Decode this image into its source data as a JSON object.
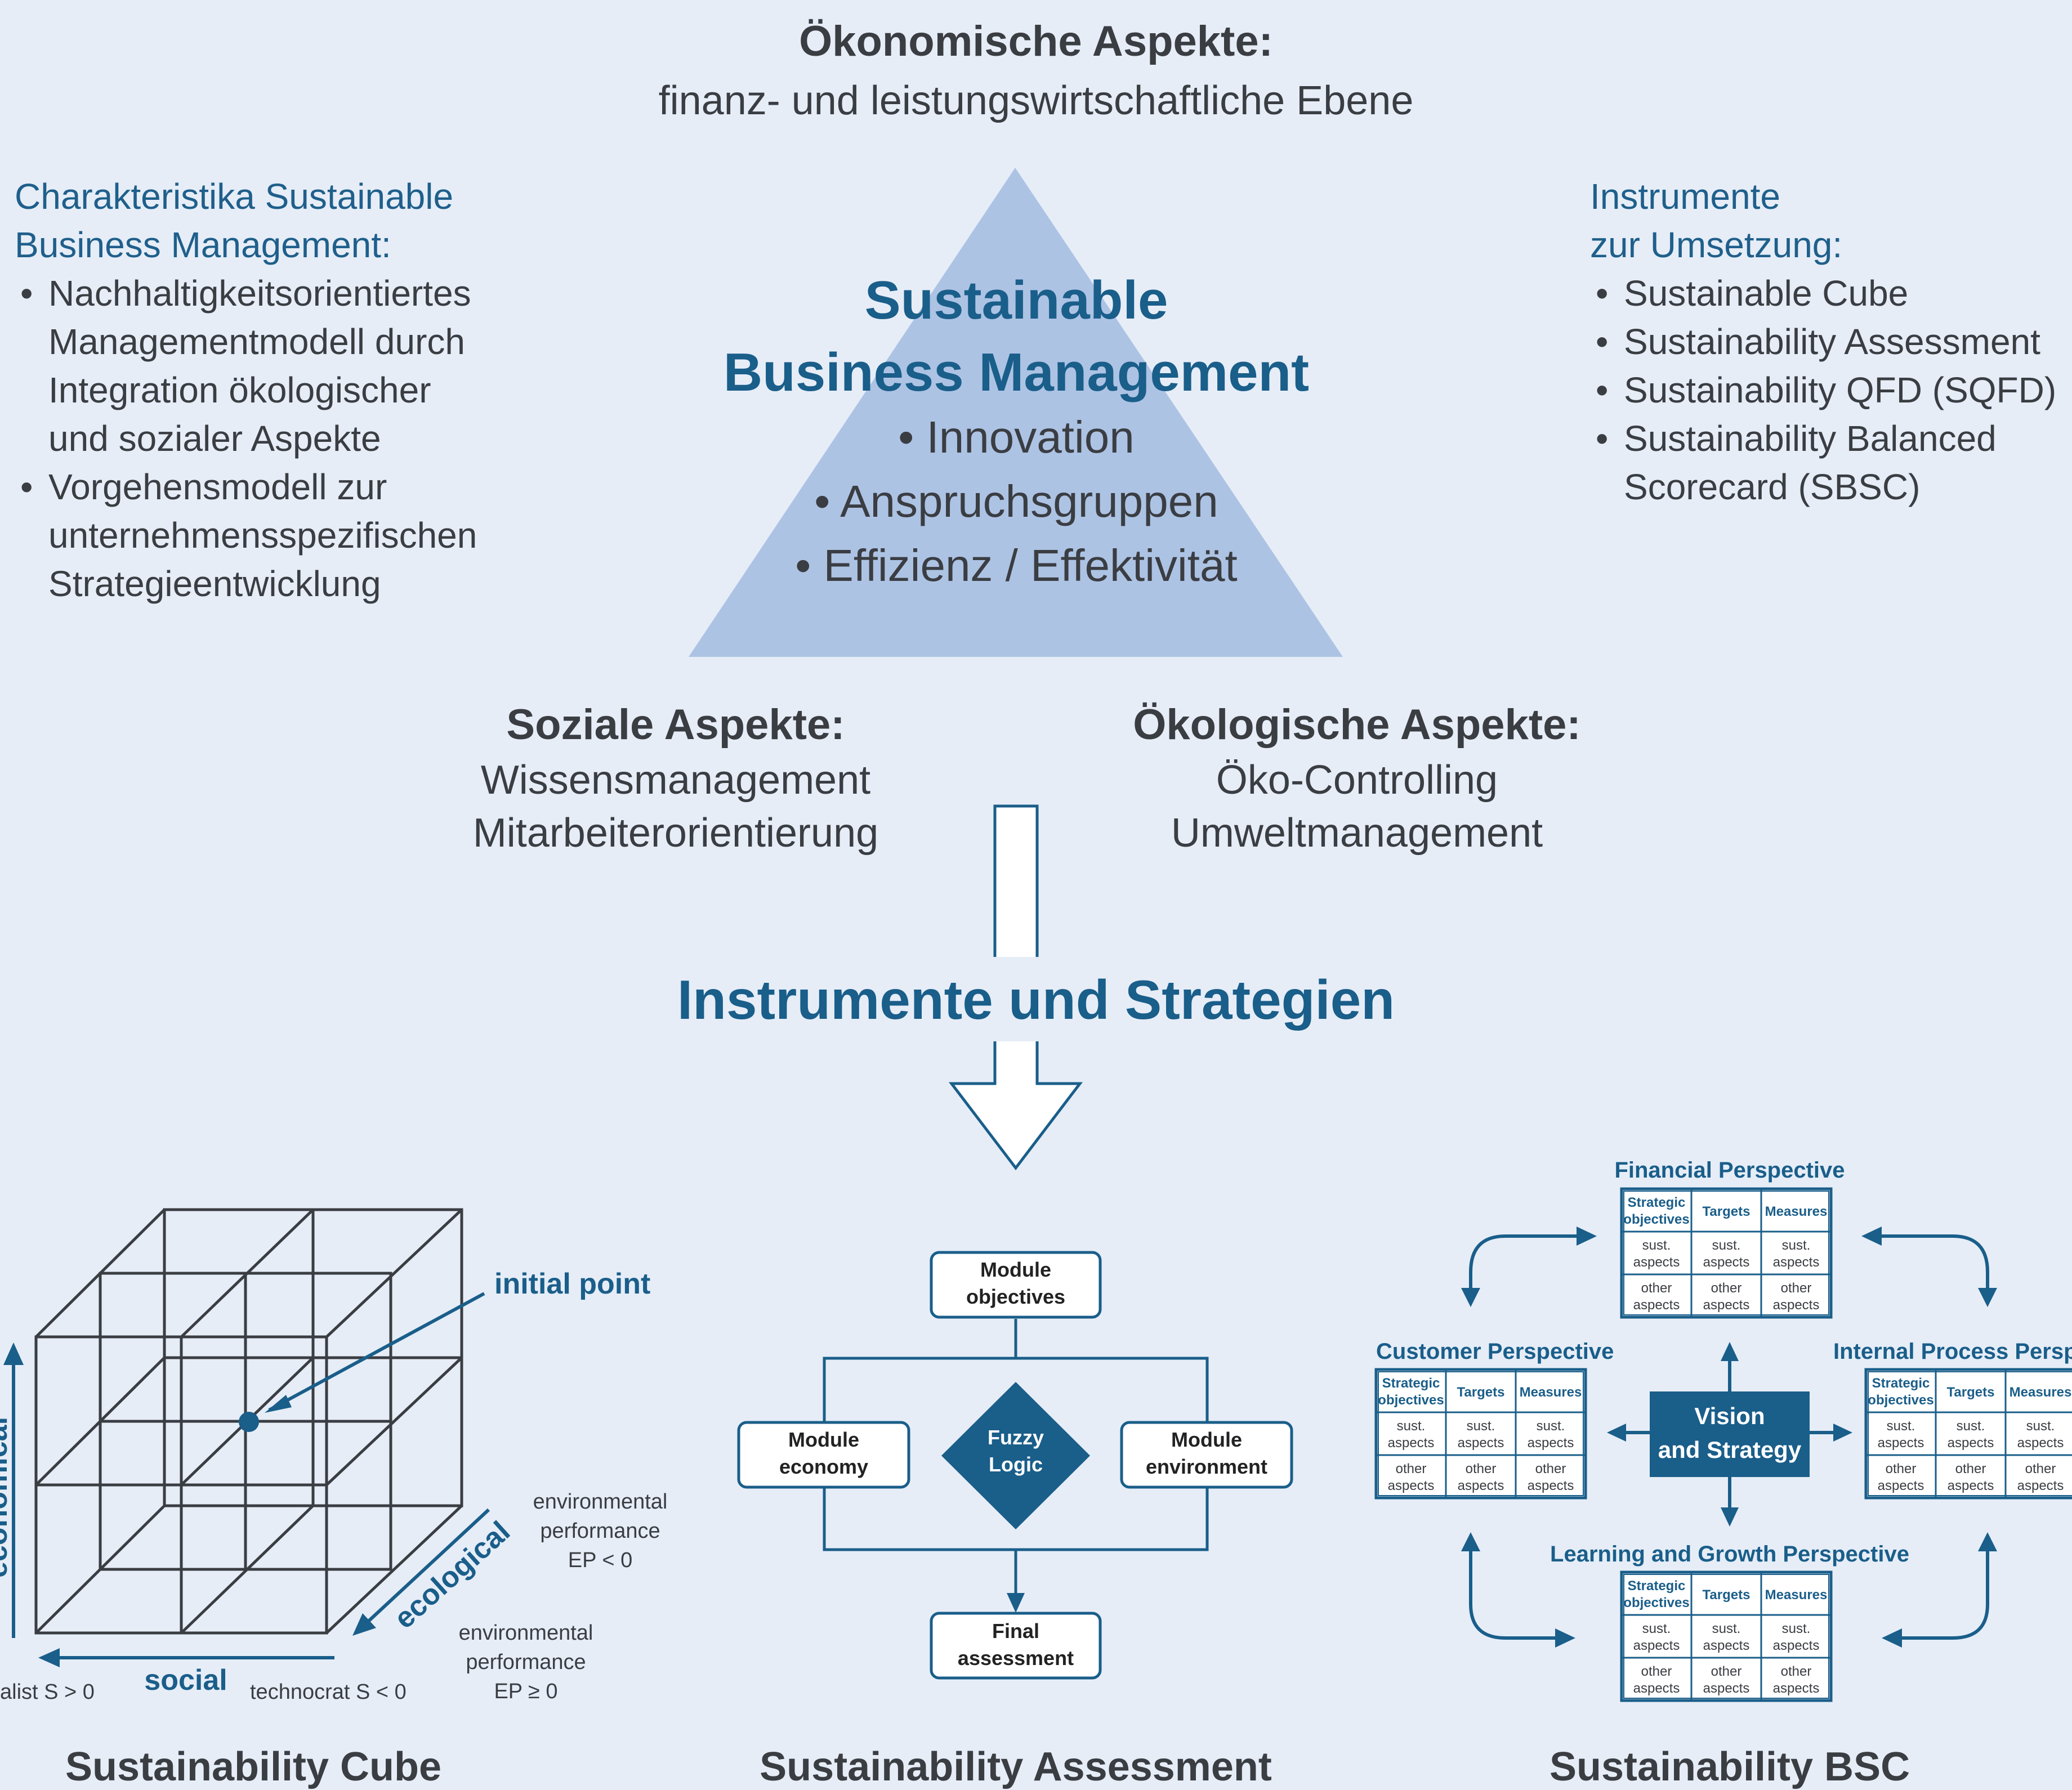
{
  "economic": {
    "title": "Ökonomische Aspekte:",
    "subtitle": "finanz- und leistungswirtschaftliche Ebene"
  },
  "characteristics": {
    "heading_line1": "Charakteristika Sustainable",
    "heading_line2": "Business Management:",
    "items": [
      {
        "lines": [
          "Nachhaltigkeitsorientiertes",
          "Managementmodell durch",
          "Integration ökologischer",
          "und sozialer Aspekte"
        ]
      },
      {
        "lines": [
          "Vorgehensmodell zur",
          "unternehmensspezifischen",
          "Strategieentwicklung"
        ]
      }
    ]
  },
  "instruments": {
    "heading_line1": "Instrumente",
    "heading_line2": "zur Umsetzung:",
    "items": [
      {
        "lines": [
          "Sustainable Cube"
        ]
      },
      {
        "lines": [
          "Sustainability Assessment"
        ]
      },
      {
        "lines": [
          "Sustainability QFD (SQFD)"
        ]
      },
      {
        "lines": [
          "Sustainability Balanced",
          "Scorecard (SBSC)"
        ]
      }
    ]
  },
  "sbm": {
    "title_line1": "Sustainable",
    "title_line2": "Business Management",
    "items": [
      "Innovation",
      "Anspruchsgruppen",
      "Effizienz / Effektivität"
    ]
  },
  "social": {
    "title": "Soziale Aspekte:",
    "line1": "Wissensmanagement",
    "line2": "Mitarbeiterorientierung"
  },
  "ecological": {
    "title": "Ökologische Aspekte:",
    "line1": "Öko-Controlling",
    "line2": "Umweltmanagement"
  },
  "strategies_title": "Instrumente und Strategien",
  "cube": {
    "initial_point": "initial point",
    "axis_economical": "economical",
    "axis_social": "social",
    "axis_ecological": "ecological",
    "env_perf_lt_line1": "environmental",
    "env_perf_lt_line2": "performance",
    "env_perf_lt_line3": "EP < 0",
    "env_perf_ge_line1": "environmental",
    "env_perf_ge_line2": "performance",
    "env_perf_ge_line3": "EP ≥ 0",
    "social_left": "alist S > 0",
    "social_right": "technocrat S < 0",
    "label": "Sustainability Cube"
  },
  "assessment": {
    "objectives_line1": "Module",
    "objectives_line2": "objectives",
    "economy_line1": "Module",
    "economy_line2": "economy",
    "fuzzy_line1": "Fuzzy",
    "fuzzy_line2": "Logic",
    "environment_line1": "Module",
    "environment_line2": "environment",
    "final_line1": "Final",
    "final_line2": "assessment",
    "label": "Sustainability Assessment"
  },
  "bsc": {
    "financial": "Financial Perspective",
    "customer": "Customer Perspective",
    "internal": "Internal Process Perspective",
    "learning": "Learning and Growth Perspective",
    "vision_line1": "Vision",
    "vision_line2": "and Strategy",
    "table": {
      "h1_line1": "Strategic",
      "h1_line2": "objectives",
      "h2": "Targets",
      "h3": "Measures",
      "r1_line1": "sust.",
      "r1_line2": "aspects",
      "r2_line1": "other",
      "r2_line2": "aspects"
    },
    "label": "Sustainability BSC"
  },
  "colors": {
    "background": "#e6edf7",
    "accent_blue": "#1a5e8a",
    "triangle": "#adc3e4",
    "dark_text": "#3a3d42"
  }
}
